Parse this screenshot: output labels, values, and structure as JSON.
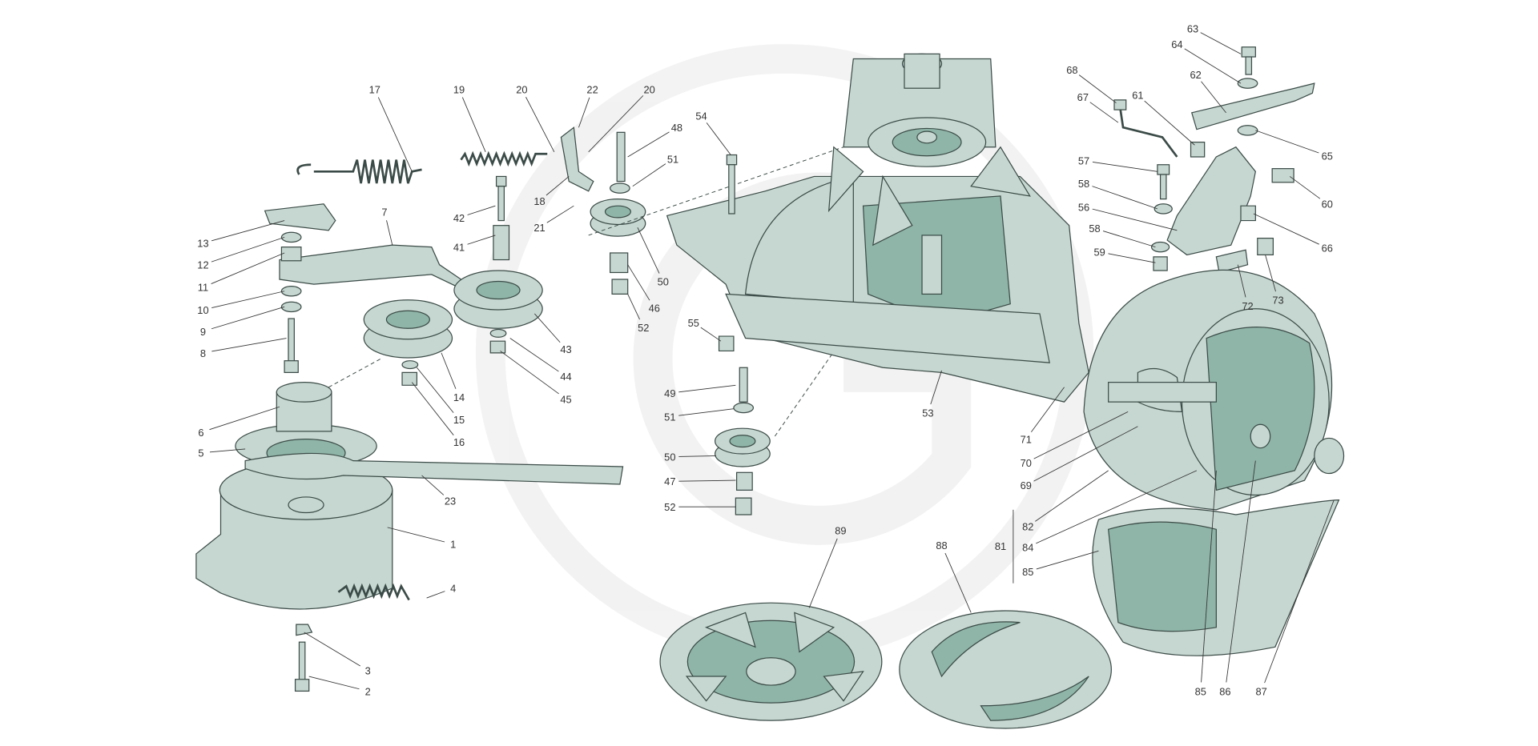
{
  "labels": [
    "17",
    "19",
    "20",
    "22",
    "20",
    "48",
    "54",
    "51",
    "18",
    "21",
    "42",
    "41",
    "13",
    "12",
    "11",
    "10",
    "9",
    "8",
    "7",
    "50",
    "46",
    "52",
    "43",
    "44",
    "45",
    "14",
    "15",
    "16",
    "6",
    "5",
    "23",
    "1",
    "4",
    "3",
    "2",
    "55",
    "49",
    "51",
    "50",
    "47",
    "52",
    "53",
    "71",
    "70",
    "69",
    "82",
    "84",
    "85",
    "81",
    "89",
    "88",
    "85",
    "86",
    "87",
    "63",
    "64",
    "68",
    "61",
    "62",
    "67",
    "65",
    "57",
    "58",
    "60",
    "56",
    "58",
    "66",
    "59",
    "72",
    "73"
  ],
  "colors": {
    "part_fill": "#c6d7d1",
    "part_dark": "#8fb5a8",
    "outline": "#3b4b47"
  }
}
